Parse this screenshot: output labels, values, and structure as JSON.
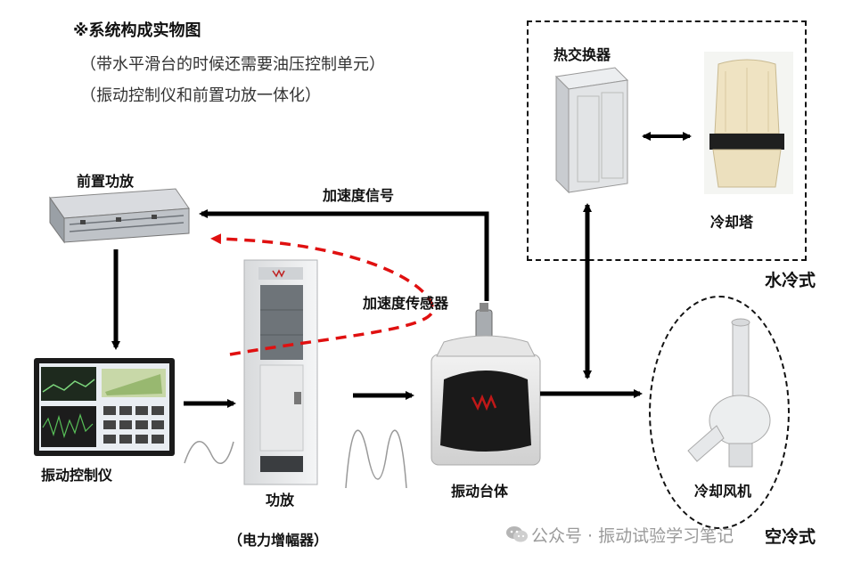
{
  "notes": {
    "title": "※系统构成实物图",
    "line1": "（带水平滑台的时候还需要油压控制单元）",
    "line2": "（振动控制仪和前置功放一体化）"
  },
  "components": {
    "preamp": "前置功放",
    "controller": "振动控制仪",
    "amplifier": "功放",
    "amplifier_sub": "（电力增幅器）",
    "shaker": "振动台体",
    "accel_sensor": "加速度传感器",
    "heat_exchanger": "热交换器",
    "cooling_tower": "冷却塔",
    "cooling_fan": "冷却风机"
  },
  "signals": {
    "accel_signal": "加速度信号"
  },
  "cooling_modes": {
    "water": "水冷式",
    "air": "空冷式"
  },
  "watermark": "公众号 · 振动试验学习笔记",
  "colors": {
    "feedback_dashed": "#e01010",
    "arrows": "#000000"
  },
  "icons": {
    "watermark": "wechat-icon"
  }
}
